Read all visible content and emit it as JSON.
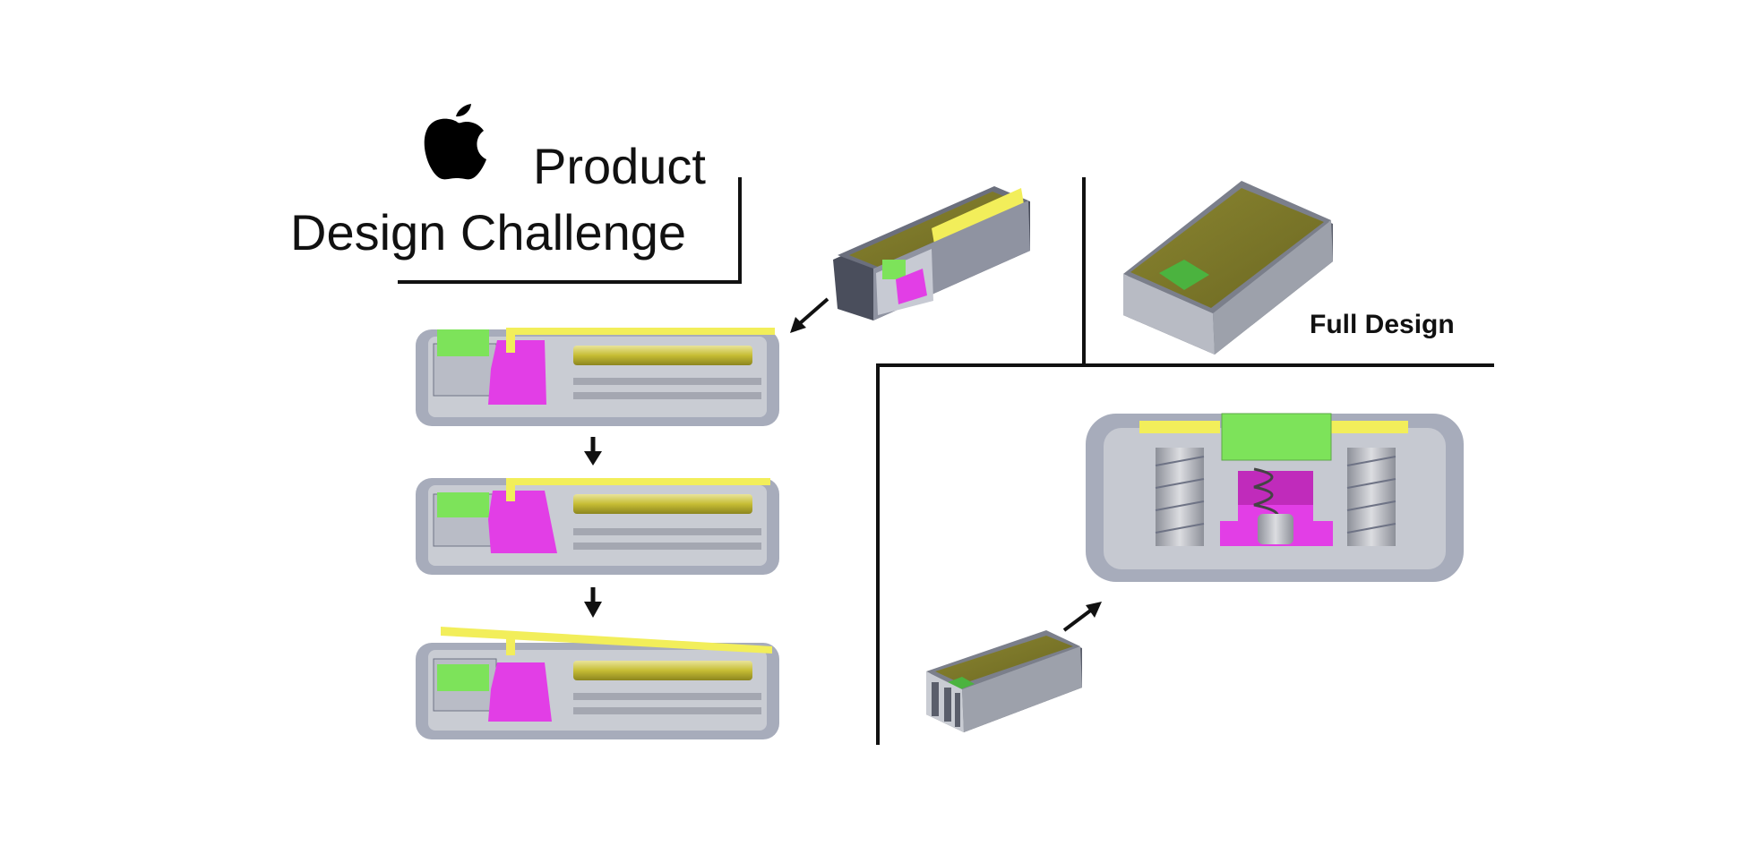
{
  "title": {
    "line1": "Product",
    "line2": "Design Challenge",
    "logo": "apple-logo"
  },
  "labels": {
    "full_design": "Full Design"
  },
  "colors": {
    "housing": "#a7acbb",
    "housing_dark": "#6e7385",
    "interior": "#c9ccd3",
    "lid_yellow": "#f2ee5a",
    "lid_olive": "#7a7527",
    "button_green": "#7de35a",
    "latch_magenta": "#e23ee6",
    "arrow": "#111111",
    "divider": "#111111"
  },
  "icons": [
    "apple-logo",
    "down-arrow-icon",
    "diagonal-arrow-icon"
  ]
}
